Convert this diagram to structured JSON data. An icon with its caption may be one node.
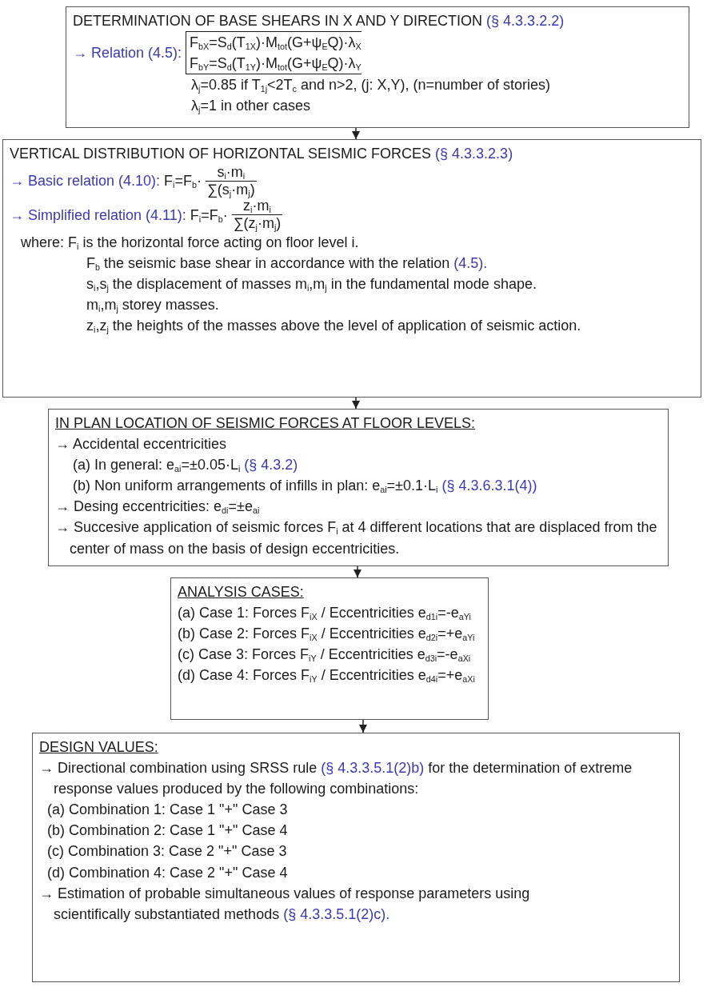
{
  "diagram": {
    "nodes": [
      {
        "text": [
          "DETERMINATION OF BASE SHEARS IN X AND Y DIRECTION",
          "(§ 4.3.3.2.2)",
          "→ Relation (4.5):",
          "F$_{bX}$=S$_{d}$(T$_{1X}$)·M$_{tot}$(G+ψ$_{E}$Q)·λ$_{X}$",
          "F$_{bY}$=S$_{d}$(T$_{1Y}$)·M$_{tot}$(G+ψ$_{E}$Q)·λ$_{Y}$",
          "λ$_{j}$=0.85 if T$_{1j}$<2T$_{c}$ and n>2, (j: X,Y), (n=number of stories)",
          "λ$_{j}$=1 in other cases"
        ]
      },
      {
        "text": [
          "VERTICAL DISTRIBUTION OF HORIZONTAL SEISMIC FORCES",
          "(§ 4.3.3.2.3)",
          "→ Basic relation (4.10):",
          "F$_{i}$=F$_{b}$·",
          "s$_{i}$·m$_{i}$",
          "∑(s$_{j}$·m$_{j}$)",
          "→ Simplified relation (4.11):",
          "F$_{i}$=F$_{b}$·",
          "z$_{i}$·m$_{i}$",
          "∑(z$_{j}$·m$_{j}$)",
          "where:",
          "F$_{i}$ is the horizontal force acting on floor level i.",
          "F$_{b}$ the seismic base shear in accordance with the relation",
          "(4.5).",
          "s$_{i}$,s$_{j}$ the displacement of masses m$_{i}$,m$_{j}$ in the fundamental mode shape.",
          "m$_{i}$,m$_{j}$ storey masses.",
          "z$_{i}$,z$_{j}$ the heights of the masses above the level of application of seismic action."
        ]
      },
      {
        "text": [
          "IN PLAN LOCATION OF SEISMIC FORCES AT FLOOR LEVELS:",
          "→ Accidental eccentricities",
          "(a) In general: e$_{ai}$=±0.05·L$_{i}$",
          "(§ 4.3.2)",
          "(b) Non uniform arrangements of infills in plan: e$_{ai}$=±0.1·L$_{i}$",
          "(§ 4.3.6.3.1(4))",
          "→ Desing eccentricities: e$_{di}$=±e$_{ai}$",
          "→ Succesive application of seismic forces F$_{i}$ at 4 different locations that are displaced from the center of mass on the basis of design eccentricities."
        ]
      },
      {
        "text": [
          "ANALYSIS CASES:",
          "(a) Case 1: Forces F$_{iX}$ / Eccentricities e$_{d1i}$=-e$_{aYi}$",
          "(b) Case 2: Forces F$_{iX}$ / Eccentricities e$_{d2i}$=+e$_{aYi}$",
          "(c) Case 3: Forces F$_{iY}$ / Eccentricities e$_{d3i}$=-e$_{aXi}$",
          "(d) Case 4: Forces F$_{iY}$ / Eccentricities e$_{d4i}$=+e$_{aXi}$"
        ]
      },
      {
        "text": [
          "DESIGN VALUES:",
          "→ Directional combination using SRSS rule",
          "(§ 4.3.3.5.1(2)b)",
          "for the determination of extreme response values produced by the following combinations:",
          "(a) Combination 1: Case 1 \"+\" Case 3",
          "(b) Combination 2: Case 1 \"+\" Case 4",
          "(c) Combination 3: Case 2 \"+\" Case 3",
          "(d) Combination 4: Case 2 \"+\" Case 4",
          "→ Estimation of probable simultaneous values of response parameters using scientifically substantiated methods",
          "(§ 4.3.3.5.1(2)c)."
        ]
      }
    ],
    "edges": [
      {
        "from": 0,
        "to": 1,
        "arrow": "to"
      },
      {
        "from": 1,
        "to": 2,
        "arrow": "to"
      },
      {
        "from": 2,
        "to": 3,
        "arrow": "to"
      },
      {
        "from": 3,
        "to": 4,
        "arrow": "to"
      }
    ]
  }
}
